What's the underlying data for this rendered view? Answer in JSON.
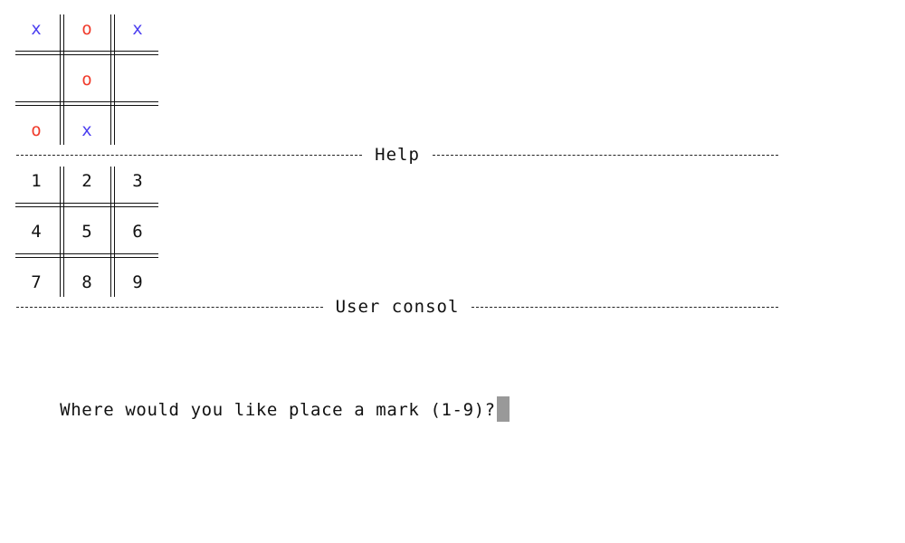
{
  "colors": {
    "x_mark": "#4a3df0",
    "o_mark": "#f03a2a"
  },
  "board": {
    "cells": [
      "x",
      "o",
      "x",
      "",
      "o",
      "",
      "o",
      "x",
      ""
    ]
  },
  "help": {
    "title": "Help",
    "cells": [
      "1",
      "2",
      "3",
      "4",
      "5",
      "6",
      "7",
      "8",
      "9"
    ]
  },
  "console": {
    "title": "User consol",
    "prompt": "Where would you like place a mark (1-9)?"
  }
}
